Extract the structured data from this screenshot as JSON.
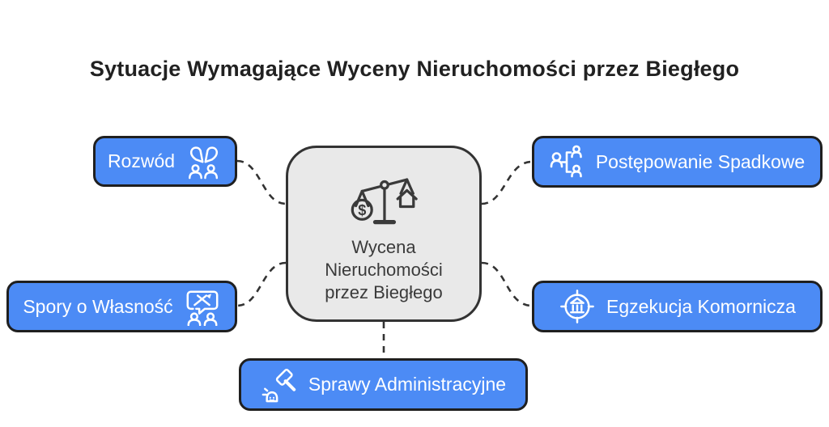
{
  "title": "Sytuacje Wymagające Wyceny Nieruchomości przez Biegłego",
  "center": {
    "label": "Wycena Nieruchomości przez Biegłego",
    "icon": "scale-money-house-icon"
  },
  "nodes": [
    {
      "id": "rozwod",
      "label": "Rozwód",
      "icon": "broken-heart-couple-icon",
      "position": "top-left"
    },
    {
      "id": "spadkowe",
      "label": "Postępowanie Spadkowe",
      "icon": "family-tree-icon",
      "position": "top-right"
    },
    {
      "id": "spory",
      "label": "Spory o Własność",
      "icon": "dispute-speech-bubble-icon",
      "position": "bottom-left"
    },
    {
      "id": "egzekucja",
      "label": "Egzekucja Komornicza",
      "icon": "bank-crosshair-icon",
      "position": "bottom-right"
    },
    {
      "id": "administracyjne",
      "label": "Sprawy Administracyjne",
      "icon": "gavel-bell-icon",
      "position": "bottom-center"
    }
  ],
  "colors": {
    "node_fill": "#4c8bf5",
    "node_border": "#1f1f1f",
    "node_text": "#ffffff",
    "center_fill": "#e9e9e9",
    "center_border": "#333333",
    "center_text": "#3b3b3b",
    "connector": "#333333",
    "title_color": "#212121",
    "background": "#ffffff"
  }
}
